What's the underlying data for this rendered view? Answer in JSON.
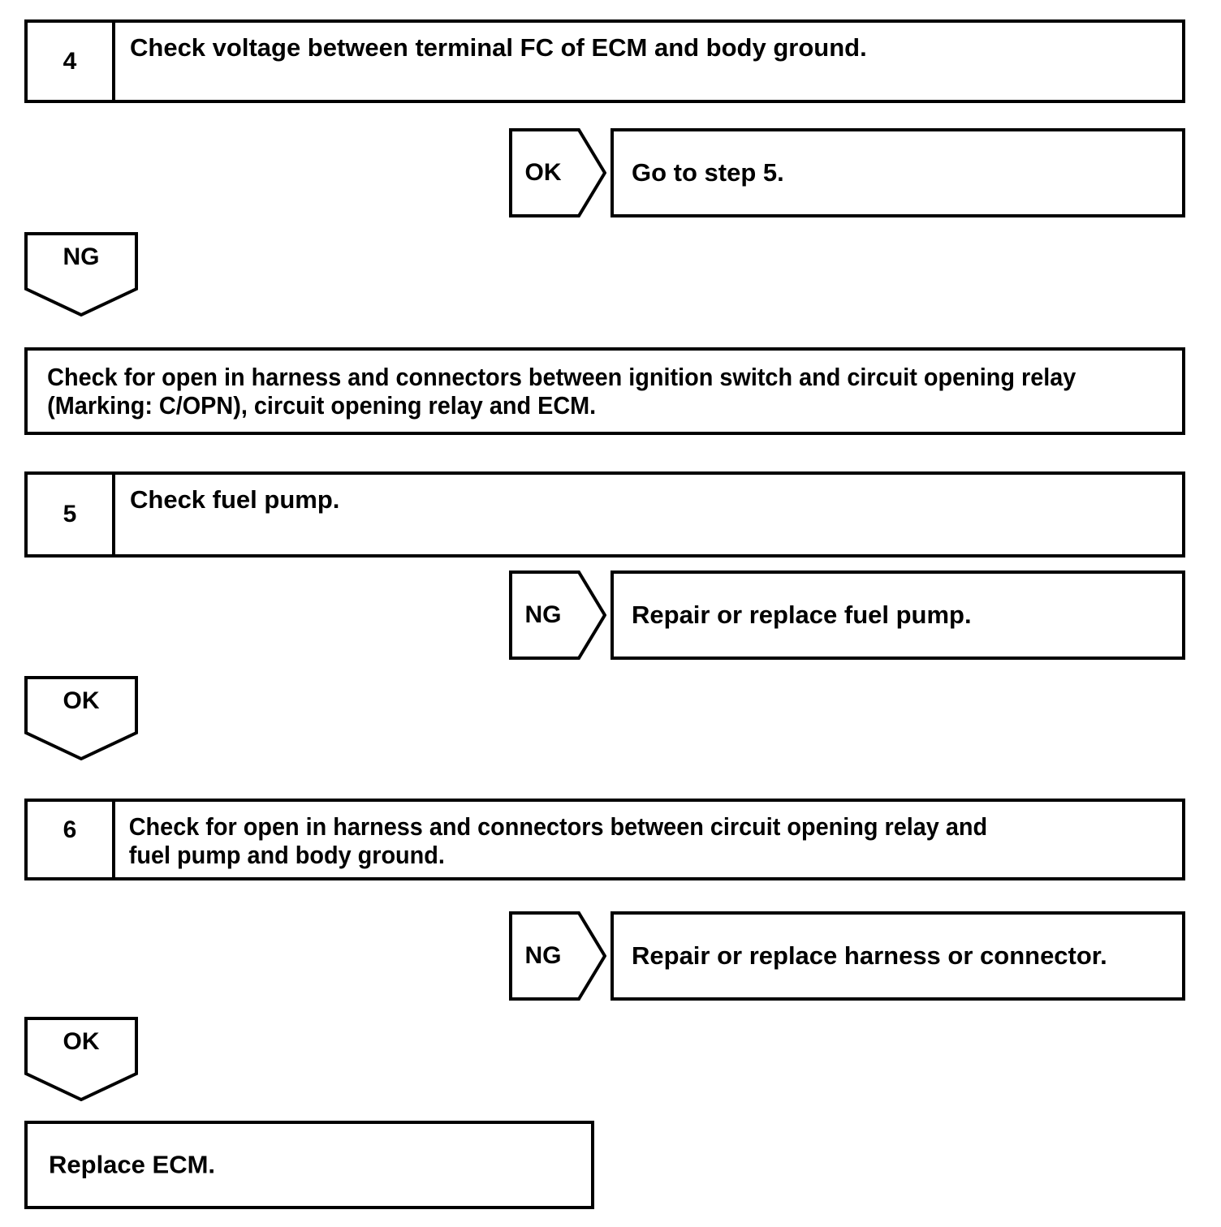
{
  "flow": {
    "steps": [
      {
        "number": "4",
        "text": "Check voltage between terminal FC of ECM and body ground."
      },
      {
        "number": "5",
        "text": "Check fuel pump."
      },
      {
        "number": "6",
        "text": "Check for open in harness and connectors between circuit opening relay and\nfuel pump and body ground."
      }
    ],
    "branches": [
      {
        "judgement": "OK",
        "result": "Go to step 5."
      },
      {
        "judgement": "NG",
        "result": "Repair or replace fuel pump."
      },
      {
        "judgement": "NG",
        "result": "Repair or replace harness or connector."
      }
    ],
    "down_tags": [
      {
        "judgement": "NG"
      },
      {
        "judgement": "OK"
      },
      {
        "judgement": "OK"
      }
    ],
    "actions": [
      {
        "text": "Check for open in harness and connectors between ignition switch and circuit opening relay\n(Marking: C/OPN), circuit opening relay and ECM."
      },
      {
        "text": "Replace ECM."
      }
    ]
  },
  "colors": {
    "stroke": "#000000",
    "background": "#ffffff",
    "text": "#000000"
  }
}
